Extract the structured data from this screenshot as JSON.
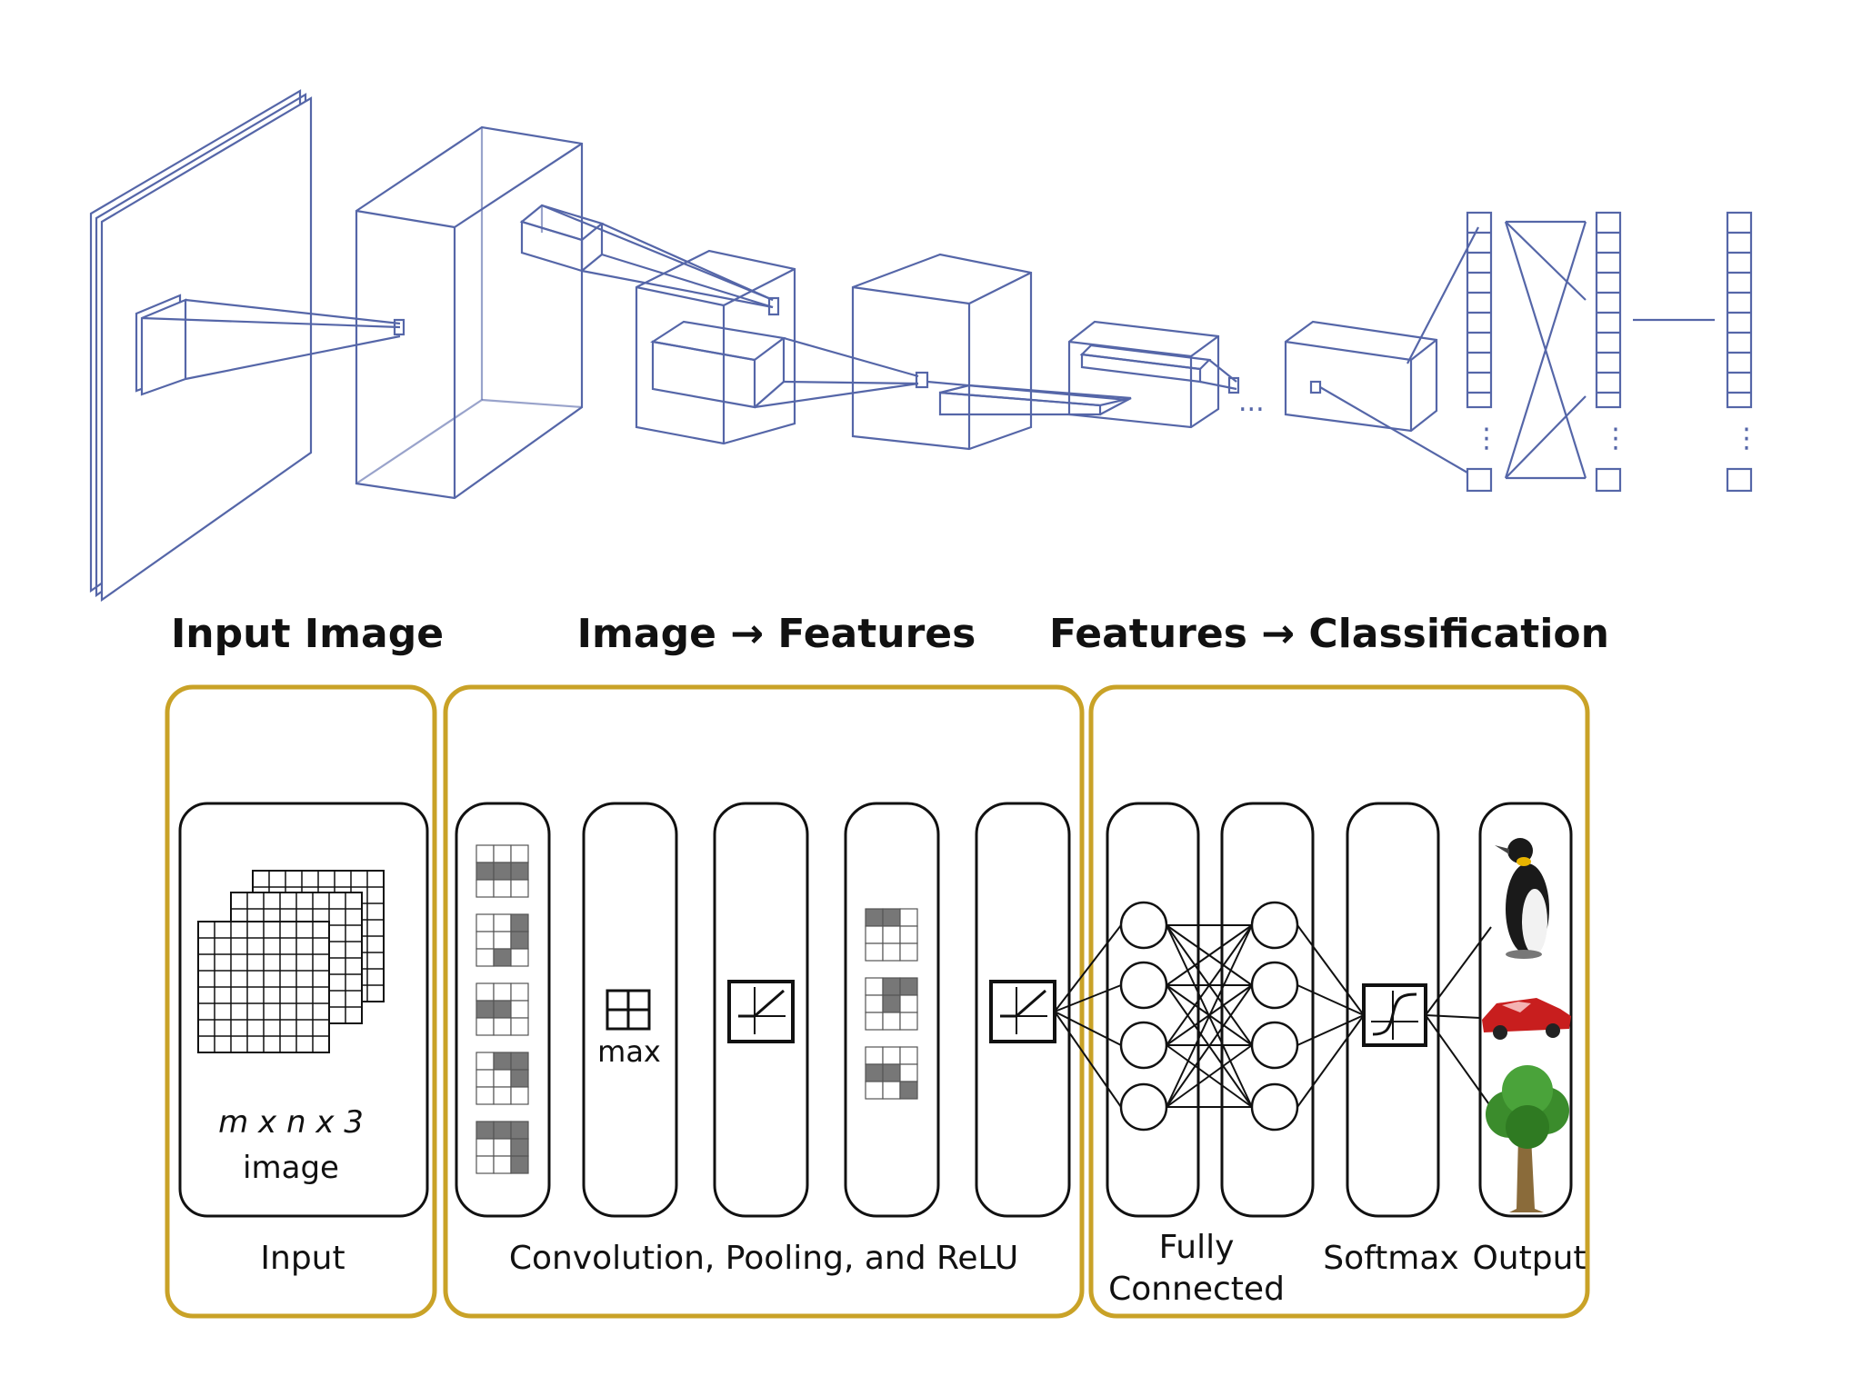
{
  "colors": {
    "net_line": "#5566a8",
    "section_border": "#c9a227",
    "ink": "#111111",
    "cell_dark": "#777777",
    "cell_light": "#ffffff"
  },
  "top_diagram": {
    "ellipsis_1": "...",
    "vertical_ellipsis": "⋮"
  },
  "section_headings": {
    "input_image": "Input Image",
    "image_features": "Image → Features",
    "features_classification": "Features → Classification"
  },
  "input_panel": {
    "dims_text": "m x n x 3",
    "image_text": "image",
    "label": "Input"
  },
  "feature_panel": {
    "max_label": "max",
    "label": "Convolution, Pooling, and ReLU"
  },
  "classification_panel": {
    "fc_label_line1": "Fully",
    "fc_label_line2": "Connected",
    "softmax_label": "Softmax",
    "output_label": "Output",
    "output_icons": [
      "penguin-icon",
      "car-icon",
      "tree-icon"
    ]
  }
}
